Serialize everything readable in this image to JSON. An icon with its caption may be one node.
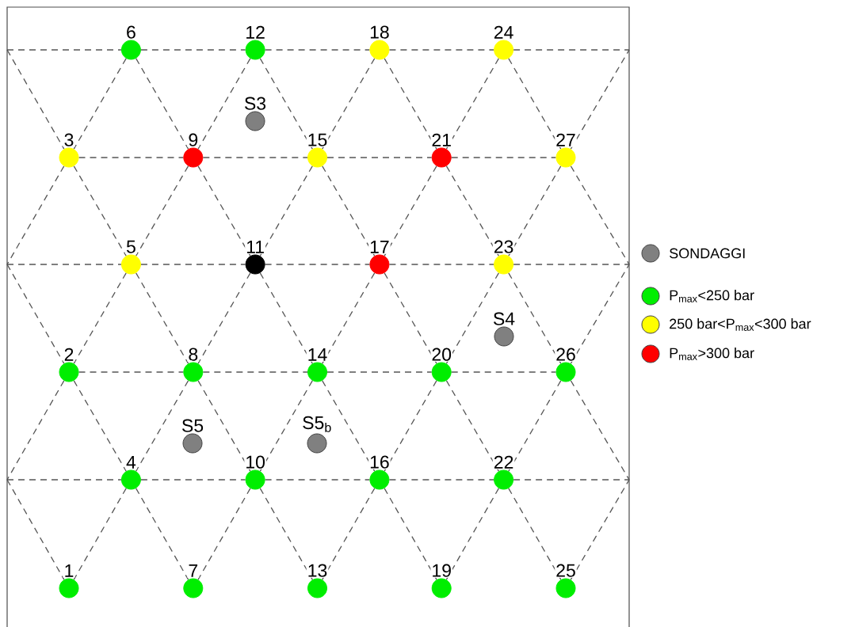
{
  "diagram": {
    "nodes": [
      {
        "text": [
          "6"
        ]
      },
      {
        "text": [
          "12"
        ]
      },
      {
        "text": [
          "18"
        ]
      },
      {
        "text": [
          "24"
        ]
      },
      {
        "text": [
          "S3"
        ]
      },
      {
        "text": [
          "3"
        ]
      },
      {
        "text": [
          "9"
        ]
      },
      {
        "text": [
          "15"
        ]
      },
      {
        "text": [
          "21"
        ]
      },
      {
        "text": [
          "27"
        ]
      },
      {
        "text": [
          "5"
        ]
      },
      {
        "text": [
          "11"
        ]
      },
      {
        "text": [
          "17"
        ]
      },
      {
        "text": [
          "23"
        ]
      },
      {
        "text": [
          "S4"
        ]
      },
      {
        "text": [
          "2"
        ]
      },
      {
        "text": [
          "8"
        ]
      },
      {
        "text": [
          "14"
        ]
      },
      {
        "text": [
          "20"
        ]
      },
      {
        "text": [
          "26"
        ]
      },
      {
        "text": [
          "S5"
        ]
      },
      {
        "text": [
          "S5$_{b}$"
        ]
      },
      {
        "text": [
          "4"
        ]
      },
      {
        "text": [
          "10"
        ]
      },
      {
        "text": [
          "16"
        ]
      },
      {
        "text": [
          "22"
        ]
      },
      {
        "text": [
          "1"
        ]
      },
      {
        "text": [
          "7"
        ]
      },
      {
        "text": [
          "13"
        ]
      },
      {
        "text": [
          "19"
        ]
      },
      {
        "text": [
          "25"
        ]
      }
    ],
    "edges": [
      {
        "from": null,
        "to": 0,
        "arrow": "none"
      },
      {
        "from": 0,
        "to": 1,
        "arrow": "none"
      },
      {
        "from": 1,
        "to": 2,
        "arrow": "none"
      },
      {
        "from": 2,
        "to": 3,
        "arrow": "none"
      },
      {
        "from": 3,
        "to": null,
        "arrow": "none"
      },
      {
        "from": null,
        "to": 5,
        "arrow": "none"
      },
      {
        "from": 0,
        "to": 5,
        "arrow": "none"
      },
      {
        "from": 0,
        "to": 6,
        "arrow": "none"
      },
      {
        "from": 1,
        "to": 6,
        "arrow": "none"
      },
      {
        "from": 1,
        "to": 7,
        "arrow": "none"
      },
      {
        "from": 2,
        "to": 7,
        "arrow": "none"
      },
      {
        "from": 2,
        "to": 8,
        "arrow": "none"
      },
      {
        "from": 3,
        "to": 8,
        "arrow": "none"
      },
      {
        "from": 3,
        "to": 9,
        "arrow": "none"
      },
      {
        "from": 9,
        "to": null,
        "arrow": "none"
      },
      {
        "from": 5,
        "to": 6,
        "arrow": "none"
      },
      {
        "from": 6,
        "to": 7,
        "arrow": "none"
      },
      {
        "from": 7,
        "to": 8,
        "arrow": "none"
      },
      {
        "from": 8,
        "to": 9,
        "arrow": "none"
      },
      {
        "from": 5,
        "to": null,
        "arrow": "none"
      },
      {
        "from": 5,
        "to": 10,
        "arrow": "none"
      },
      {
        "from": 6,
        "to": 10,
        "arrow": "none"
      },
      {
        "from": 6,
        "to": 11,
        "arrow": "none"
      },
      {
        "from": 7,
        "to": 11,
        "arrow": "none"
      },
      {
        "from": 7,
        "to": 12,
        "arrow": "none"
      },
      {
        "from": 8,
        "to": 12,
        "arrow": "none"
      },
      {
        "from": 8,
        "to": 13,
        "arrow": "none"
      },
      {
        "from": 9,
        "to": 13,
        "arrow": "none"
      },
      {
        "from": 9,
        "to": null,
        "arrow": "none"
      },
      {
        "from": null,
        "to": 10,
        "arrow": "none"
      },
      {
        "from": 10,
        "to": 11,
        "arrow": "none"
      },
      {
        "from": 11,
        "to": 12,
        "arrow": "none"
      },
      {
        "from": 12,
        "to": 13,
        "arrow": "none"
      },
      {
        "from": 13,
        "to": null,
        "arrow": "none"
      },
      {
        "from": null,
        "to": 15,
        "arrow": "none"
      },
      {
        "from": 10,
        "to": 15,
        "arrow": "none"
      },
      {
        "from": 10,
        "to": 16,
        "arrow": "none"
      },
      {
        "from": 11,
        "to": 16,
        "arrow": "none"
      },
      {
        "from": 11,
        "to": 17,
        "arrow": "none"
      },
      {
        "from": 12,
        "to": 17,
        "arrow": "none"
      },
      {
        "from": 12,
        "to": 18,
        "arrow": "none"
      },
      {
        "from": 13,
        "to": 18,
        "arrow": "none"
      },
      {
        "from": 13,
        "to": 19,
        "arrow": "none"
      },
      {
        "from": 19,
        "to": null,
        "arrow": "none"
      },
      {
        "from": 15,
        "to": 16,
        "arrow": "none"
      },
      {
        "from": 16,
        "to": 17,
        "arrow": "none"
      },
      {
        "from": 17,
        "to": 18,
        "arrow": "none"
      },
      {
        "from": 18,
        "to": 19,
        "arrow": "none"
      },
      {
        "from": 15,
        "to": null,
        "arrow": "none"
      },
      {
        "from": 15,
        "to": 22,
        "arrow": "none"
      },
      {
        "from": 16,
        "to": 22,
        "arrow": "none"
      },
      {
        "from": 16,
        "to": 23,
        "arrow": "none"
      },
      {
        "from": 17,
        "to": 23,
        "arrow": "none"
      },
      {
        "from": 17,
        "to": 24,
        "arrow": "none"
      },
      {
        "from": 18,
        "to": 24,
        "arrow": "none"
      },
      {
        "from": 18,
        "to": 25,
        "arrow": "none"
      },
      {
        "from": 19,
        "to": 25,
        "arrow": "none"
      },
      {
        "from": 19,
        "to": null,
        "arrow": "none"
      },
      {
        "from": null,
        "to": 22,
        "arrow": "none"
      },
      {
        "from": 22,
        "to": 23,
        "arrow": "none"
      },
      {
        "from": 23,
        "to": 24,
        "arrow": "none"
      },
      {
        "from": 24,
        "to": 25,
        "arrow": "none"
      },
      {
        "from": 25,
        "to": null,
        "arrow": "none"
      },
      {
        "from": null,
        "to": 26,
        "arrow": "none"
      },
      {
        "from": 22,
        "to": 26,
        "arrow": "none"
      },
      {
        "from": 22,
        "to": 27,
        "arrow": "none"
      },
      {
        "from": 23,
        "to": 27,
        "arrow": "none"
      },
      {
        "from": 23,
        "to": 28,
        "arrow": "none"
      },
      {
        "from": 24,
        "to": 28,
        "arrow": "none"
      },
      {
        "from": 24,
        "to": 29,
        "arrow": "none"
      },
      {
        "from": 25,
        "to": 29,
        "arrow": "none"
      },
      {
        "from": 25,
        "to": 30,
        "arrow": "none"
      },
      {
        "from": 30,
        "to": null,
        "arrow": "none"
      }
    ],
    "legend": [
      {
        "text": "SONDAGGI",
        "color": "#808080"
      },
      {
        "text": "P$_{max}$<250 bar",
        "color": "#00ee00"
      },
      {
        "text": "250 bar<P$_{max}$<300 bar",
        "color": "#ffff00"
      },
      {
        "text": "P$_{max}$>300 bar",
        "color": "#ff0000"
      }
    ]
  }
}
